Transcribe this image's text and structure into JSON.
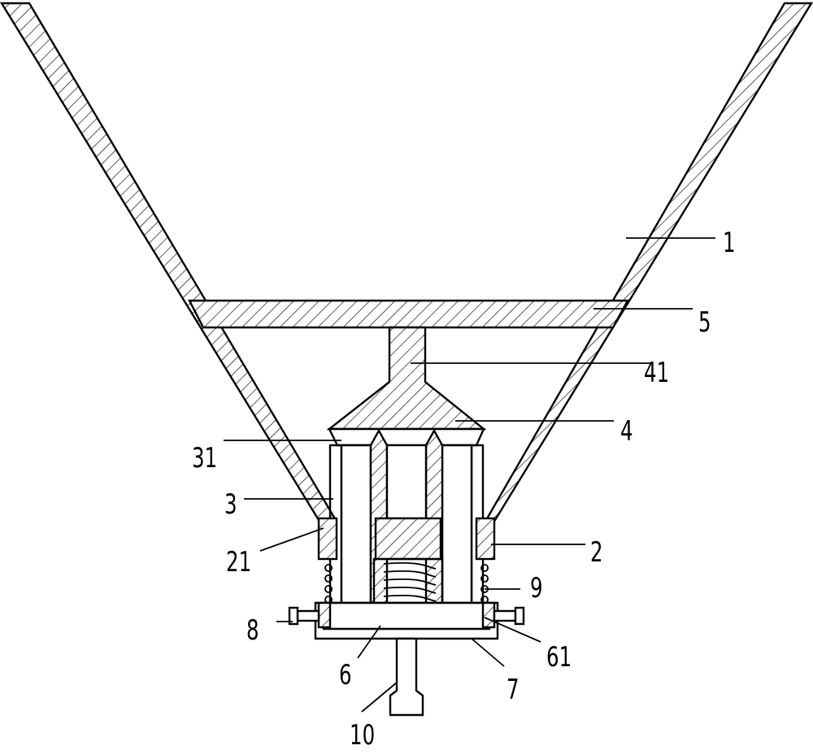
{
  "labels": {
    "l1": "1",
    "l2": "2",
    "l3": "3",
    "l4": "4",
    "l5": "5",
    "l6": "6",
    "l7": "7",
    "l8": "8",
    "l9": "9",
    "l10": "10",
    "l21": "21",
    "l31": "31",
    "l41": "41",
    "l61": "61"
  }
}
